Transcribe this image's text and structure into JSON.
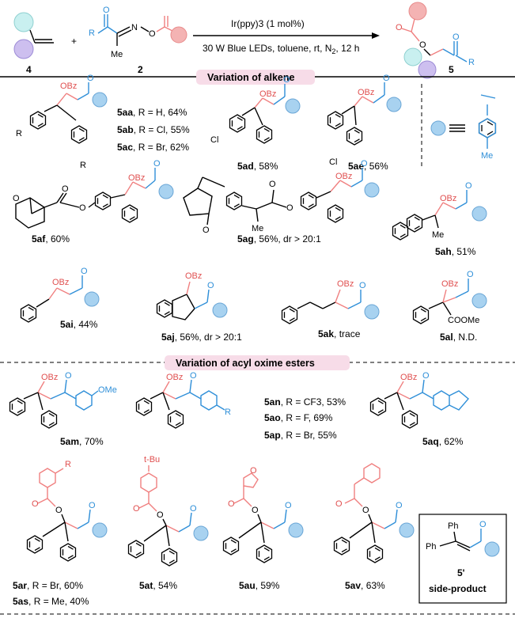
{
  "conditions": {
    "catalyst": "Ir(ppy)3 (1 mol%)",
    "line2_a": "30 W Blue LEDs, toluene,  rt, N",
    "line2_sub": "2",
    "line2_b": ", 12 h"
  },
  "reagents": {
    "alkene_num": "4",
    "oxime_num": "2",
    "product_num": "5",
    "plus": "+",
    "me": "Me",
    "r": "R",
    "n": "N",
    "o": "O"
  },
  "headers": {
    "alkene": "Variation of alkene",
    "oxime": "Variation of acyl oxime esters"
  },
  "compounds": {
    "aa": {
      "id": "5aa",
      "rest": ", R = H, 64%"
    },
    "ab": {
      "id": "5ab",
      "rest": ", R = Cl, 55%"
    },
    "ac": {
      "id": "5ac",
      "rest": ", R = Br, 62%"
    },
    "ad": {
      "id": "5ad",
      "rest": ", 58%"
    },
    "ae": {
      "id": "5ae",
      "rest": ", 56%"
    },
    "af": {
      "id": "5af",
      "rest": ", 60%"
    },
    "ag": {
      "id": "5ag",
      "rest": ", 56%, dr > 20:1"
    },
    "ah": {
      "id": "5ah",
      "rest": ", 51%"
    },
    "ai": {
      "id": "5ai",
      "rest": ", 44%"
    },
    "aj": {
      "id": "5aj",
      "rest": ", 56%, dr > 20:1"
    },
    "ak": {
      "id": "5ak",
      "rest": ", trace"
    },
    "al": {
      "id": "5al",
      "rest": ", N.D."
    },
    "am": {
      "id": "5am",
      "rest": ", 70%"
    },
    "an": {
      "id": "5an",
      "rest": ", R = CF3, 53%"
    },
    "ao": {
      "id": "5ao",
      "rest": ", R = F, 69%"
    },
    "ap": {
      "id": "5ap",
      "rest": ", R = Br, 55%"
    },
    "aq": {
      "id": "5aq",
      "rest": ",  62%"
    },
    "ar": {
      "id": "5ar",
      "rest": ", R = Br,  60%"
    },
    "as": {
      "id": "5as",
      "rest": ", R = Me,  40%"
    },
    "at": {
      "id": "5at",
      "rest": ", 54%"
    },
    "au": {
      "id": "5au",
      "rest": ",  59%"
    },
    "av": {
      "id": "5av",
      "rest": ",  63%"
    }
  },
  "side_product": {
    "id": "5'",
    "caption": "side-product",
    "ph": "Ph"
  },
  "labels": {
    "obz": "OBz",
    "o": "O",
    "r": "R",
    "cl": "Cl",
    "me": "Me",
    "ome": "OMe",
    "cooMe": "COOMe",
    "tbu": "t-Bu"
  },
  "colors": {
    "pink": "#f08080",
    "blue": "#2f8fd8",
    "header_bg": "#f7dce8"
  }
}
